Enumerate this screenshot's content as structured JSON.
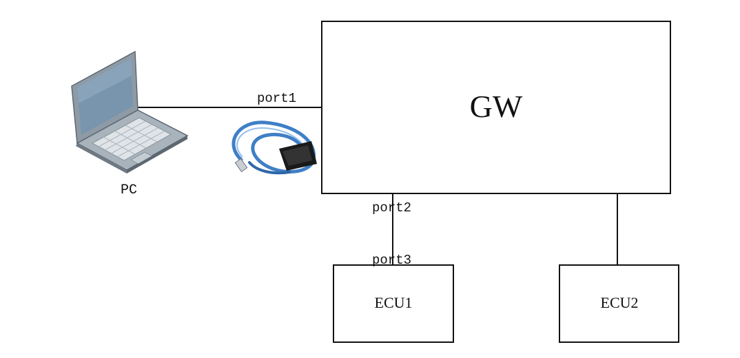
{
  "nodes": {
    "gw": {
      "label": "GW"
    },
    "ecu1": {
      "label": "ECU1"
    },
    "ecu2": {
      "label": "ECU2"
    },
    "pc": {
      "label": "PC"
    }
  },
  "ports": {
    "port1": "port1",
    "port2": "port2",
    "port3": "port3"
  },
  "icons": {
    "pc": "laptop-icon",
    "cable": "obd-usb-cable-icon"
  },
  "colors": {
    "line": "#111111",
    "cable": "#3f7fc6",
    "connector": "#1a1a1a",
    "laptop_body": "#8e9aa5",
    "laptop_screen": "#7895ad"
  }
}
